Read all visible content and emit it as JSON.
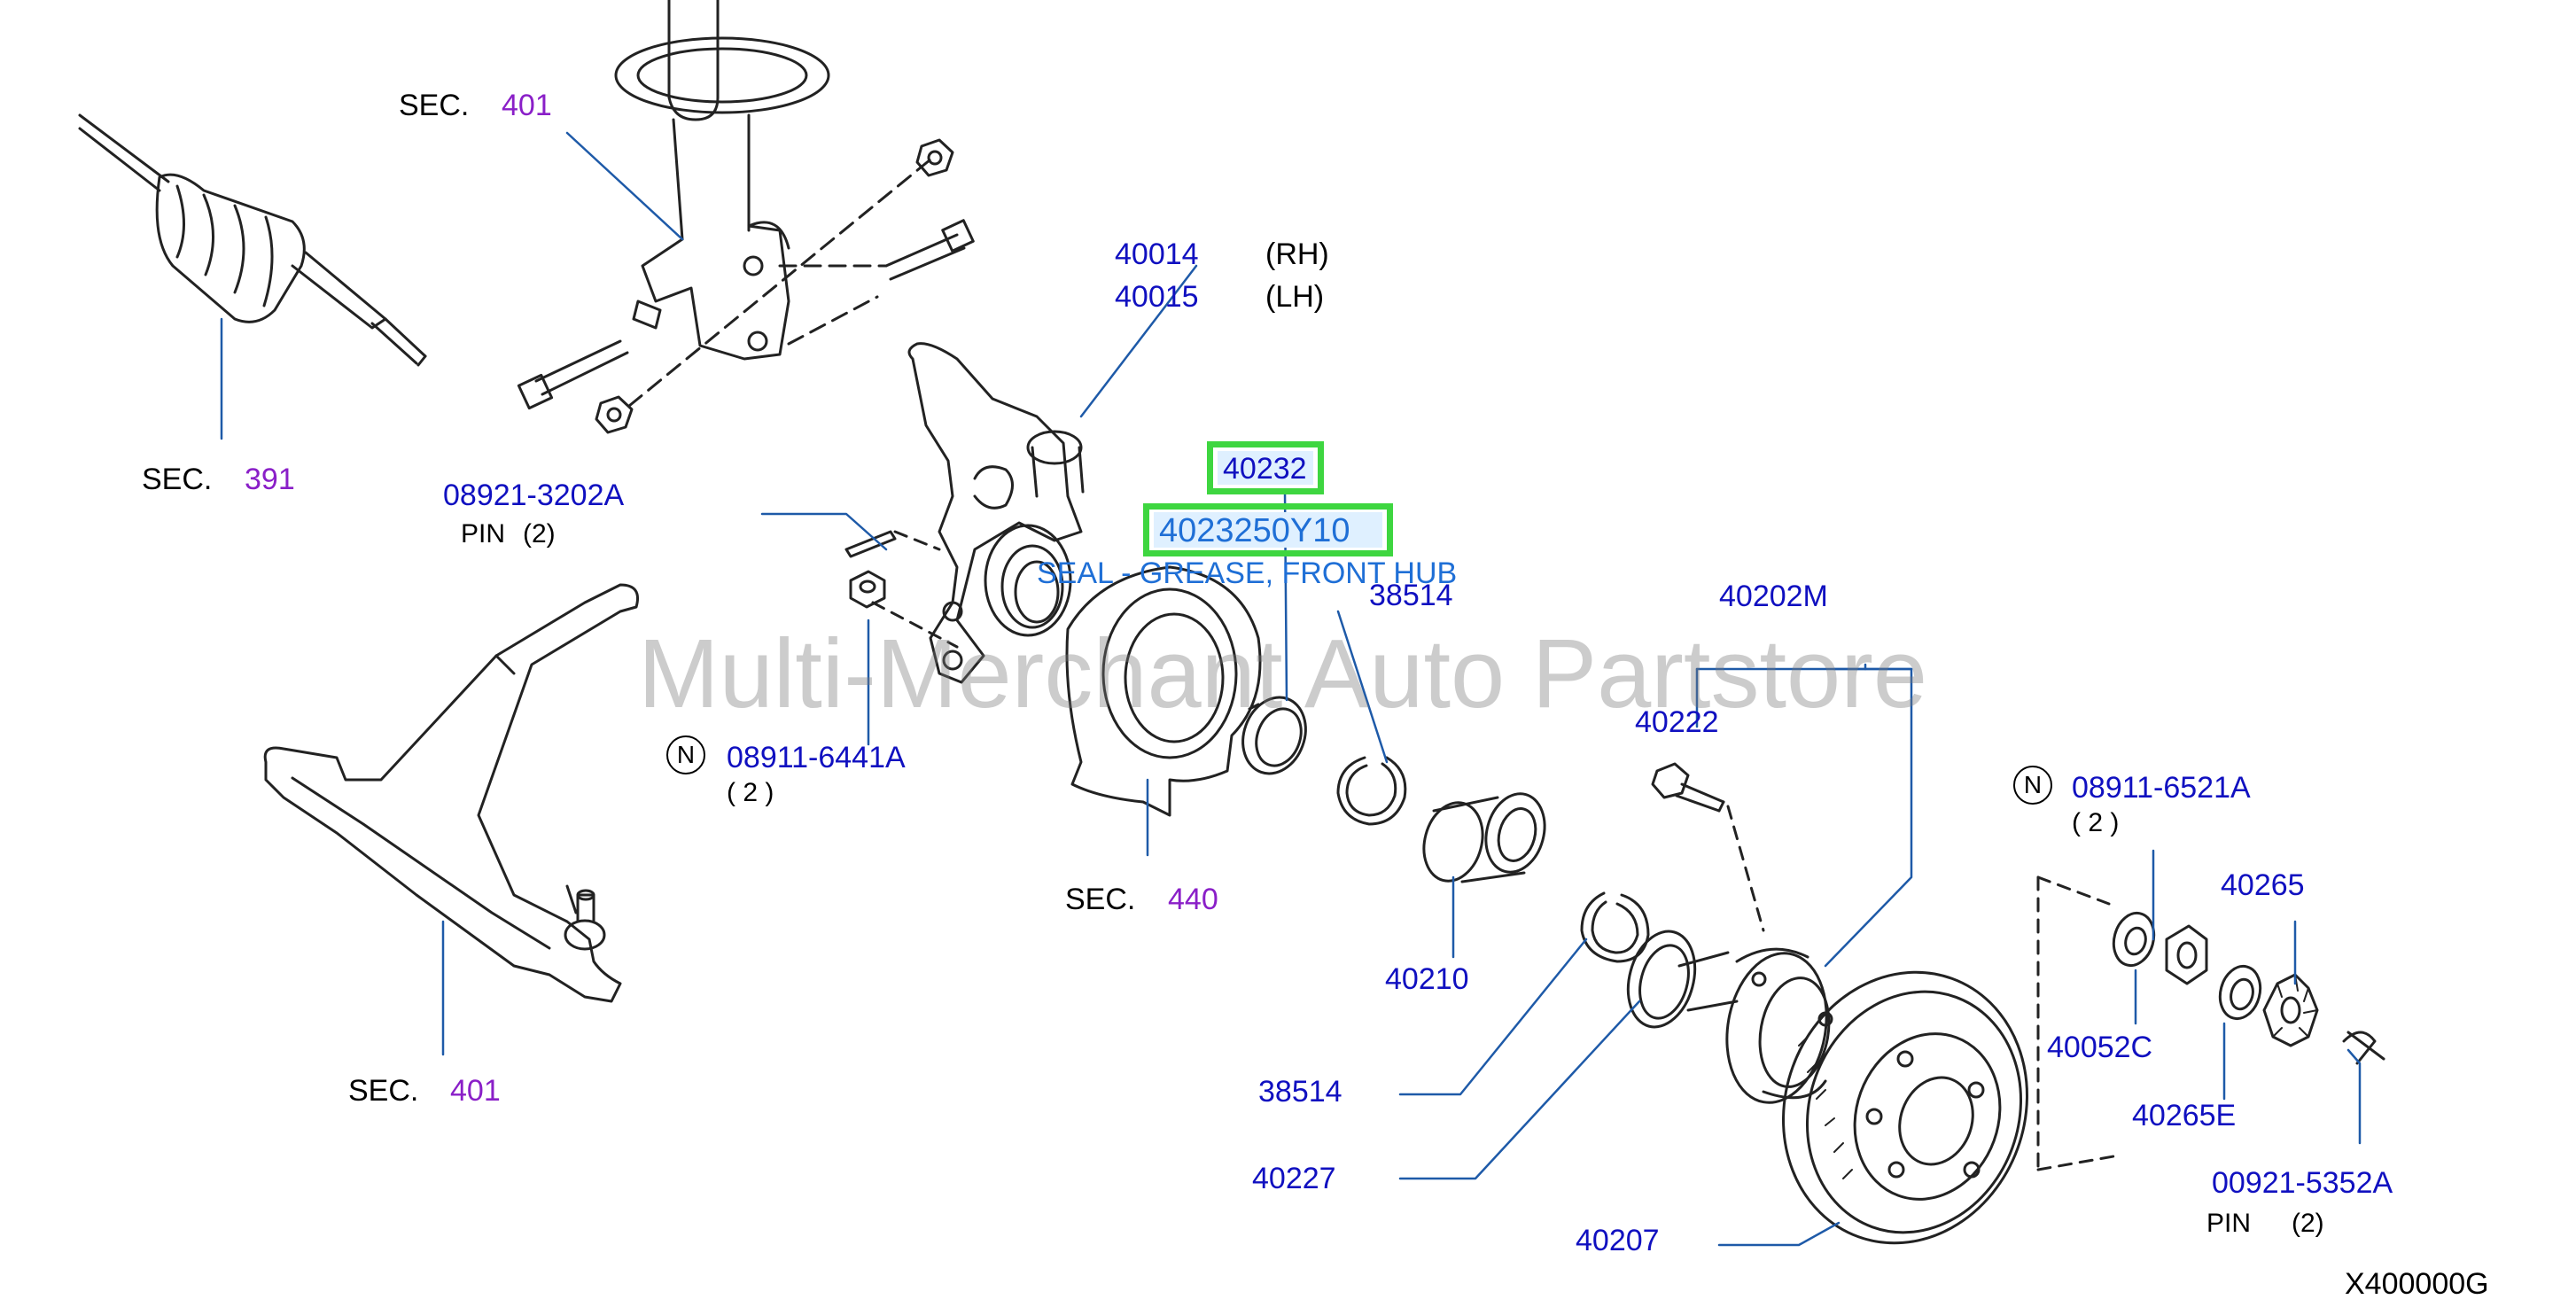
{
  "callouts": {
    "sec_strut": {
      "prefix": "SEC.",
      "number": "401"
    },
    "sec_shaft": {
      "prefix": "SEC.",
      "number": "391"
    },
    "sec_arm": {
      "prefix": "SEC.",
      "number": "401"
    },
    "sec_plate": {
      "prefix": "SEC.",
      "number": "440"
    },
    "knuckle_rh": {
      "part": "40014",
      "note": "(RH)"
    },
    "knuckle_lh": {
      "part": "40015",
      "note": "(LH)"
    },
    "pin_a": {
      "part": "08921-3202A",
      "desc": "PIN",
      "qty": "(2)"
    },
    "nut_a": {
      "mark": "N",
      "part": "08911-6441A",
      "qty": "( 2 )"
    },
    "nut_b": {
      "mark": "N",
      "part": "08911-6521A",
      "qty": "( 2 )"
    },
    "seal_ref": "40232",
    "seal_highlight": {
      "part": "4023250Y10",
      "desc": "SEAL - GREASE, FRONT HUB"
    },
    "snap_ring_top": "38514",
    "hub_assy": "40202M",
    "bolt": "40222",
    "bearing": "40210",
    "snap_ring_bottom": "38514",
    "bottom_seal": "40227",
    "rotor": "40207",
    "washer": "40052C",
    "lock_nut": "40265",
    "lock_washer": "40265E",
    "cotter_pin": {
      "part": "00921-5352A",
      "desc": "PIN",
      "qty": "(2)"
    },
    "diagram_code": "X400000G"
  },
  "watermark": "Multi-Merchant Auto Partstore",
  "colors": {
    "part_number": "#1010c0",
    "section_number": "#8a1fc8",
    "highlight_border": "#3ed640",
    "highlight_text": "#1f6fd6"
  }
}
